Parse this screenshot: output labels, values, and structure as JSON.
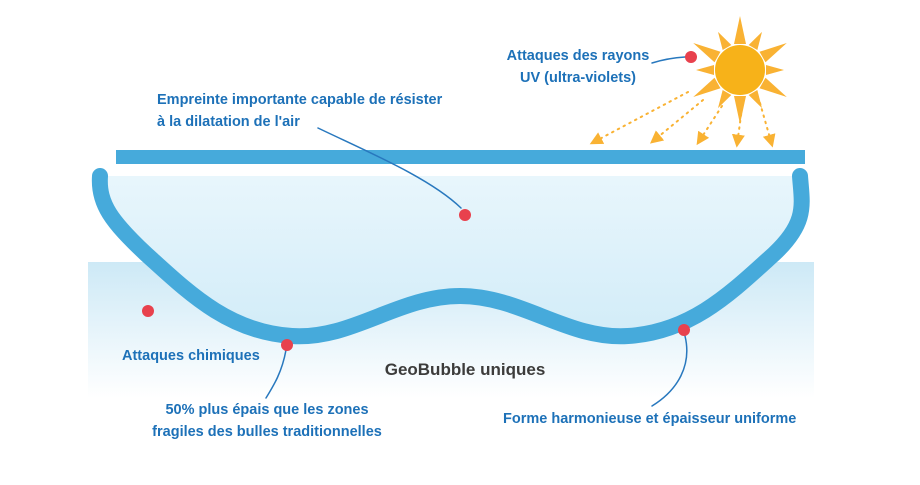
{
  "diagram": {
    "title": "GeoBubble uniques",
    "labels": {
      "air_expansion_line1": "Empreinte importante capable de résister",
      "air_expansion_line2": "à la dilatation de l'air",
      "uv_line1": "Attaques des rayons",
      "uv_line2": "UV (ultra-violets)",
      "chemical": "Attaques chimiques",
      "thick_zone_line1": "50% plus épais que les zones",
      "thick_zone_line2": "fragiles des bulles traditionnelles",
      "uniform_shape": "Forme harmonieuse et épaisseur uniforme"
    },
    "colors": {
      "bubble_blue": "#46AADB",
      "label_blue": "#1D71B8",
      "leader_blue": "#2878BE",
      "sun_ray_yellow": "#F9B233",
      "sun_core_yellow": "#F7B219",
      "dot_red": "#E8414D",
      "title_dark": "#3C3C3B"
    }
  }
}
